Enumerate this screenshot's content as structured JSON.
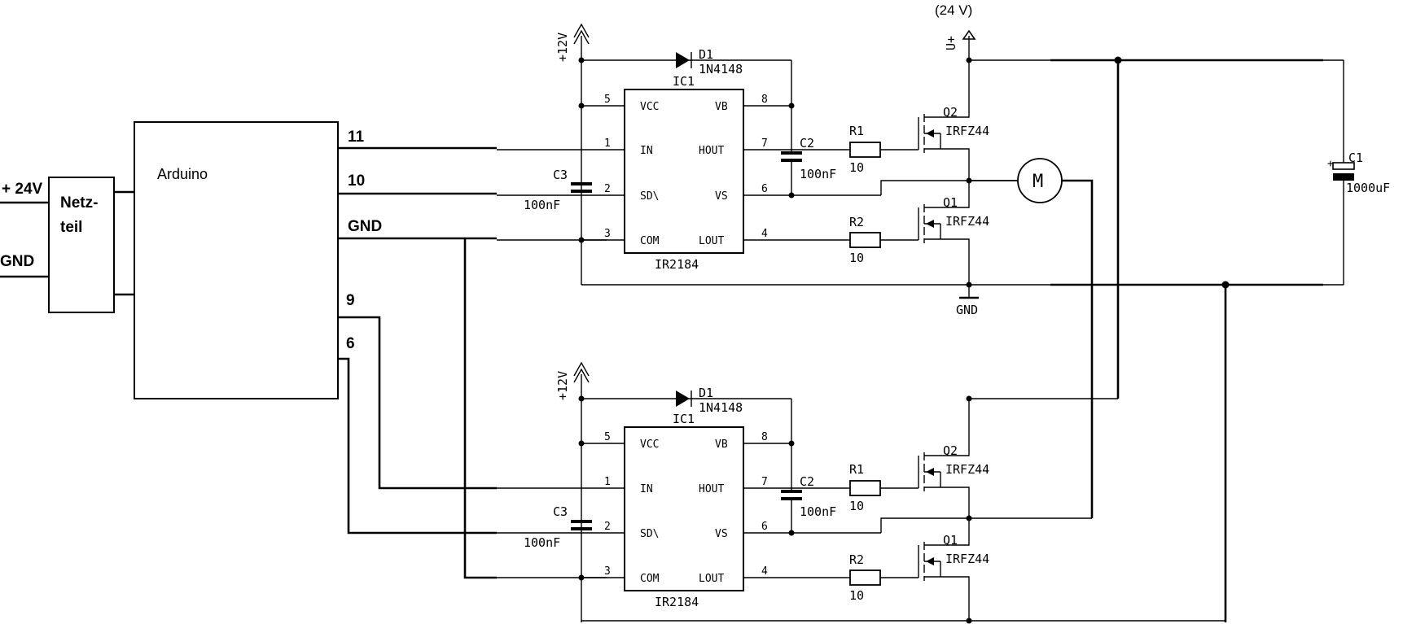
{
  "arduino": {
    "label": "Arduino",
    "pins": [
      "11",
      "10",
      "GND",
      "9",
      "6"
    ]
  },
  "psu": {
    "label_line1": "Netz-",
    "label_line2": "teil",
    "in_plus": "+ 24V",
    "in_gnd": "GND"
  },
  "supply": {
    "vplus_value": "(24 V)",
    "vplus_label": "U+",
    "gnd_label": "GND",
    "v12_label": "+12V"
  },
  "half_bridges": [
    {
      "ic": {
        "ref": "IC1",
        "part": "IR2184",
        "pins_left": [
          {
            "num": "5",
            "name": "VCC"
          },
          {
            "num": "1",
            "name": "IN"
          },
          {
            "num": "2",
            "name": "SD\\"
          },
          {
            "num": "3",
            "name": "COM"
          }
        ],
        "pins_right": [
          {
            "num": "8",
            "name": "VB"
          },
          {
            "num": "7",
            "name": "HOUT"
          },
          {
            "num": "6",
            "name": "VS"
          },
          {
            "num": "4",
            "name": "LOUT"
          }
        ]
      },
      "d1": {
        "ref": "D1",
        "part": "1N4148"
      },
      "c2": {
        "ref": "C2",
        "value": "100nF"
      },
      "c3": {
        "ref": "C3",
        "value": "100nF"
      },
      "r1": {
        "ref": "R1",
        "value": "10"
      },
      "r2": {
        "ref": "R2",
        "value": "10"
      },
      "q2": {
        "ref": "Q2",
        "part": "IRFZ44"
      },
      "q1": {
        "ref": "Q1",
        "part": "IRFZ44"
      }
    },
    {
      "ic": {
        "ref": "IC1",
        "part": "IR2184",
        "pins_left": [
          {
            "num": "5",
            "name": "VCC"
          },
          {
            "num": "1",
            "name": "IN"
          },
          {
            "num": "2",
            "name": "SD\\"
          },
          {
            "num": "3",
            "name": "COM"
          }
        ],
        "pins_right": [
          {
            "num": "8",
            "name": "VB"
          },
          {
            "num": "7",
            "name": "HOUT"
          },
          {
            "num": "6",
            "name": "VS"
          },
          {
            "num": "4",
            "name": "LOUT"
          }
        ]
      },
      "d1": {
        "ref": "D1",
        "part": "1N4148"
      },
      "c2": {
        "ref": "C2",
        "value": "100nF"
      },
      "c3": {
        "ref": "C3",
        "value": "100nF"
      },
      "r1": {
        "ref": "R1",
        "value": "10"
      },
      "r2": {
        "ref": "R2",
        "value": "10"
      },
      "q2": {
        "ref": "Q2",
        "part": "IRFZ44"
      },
      "q1": {
        "ref": "Q1",
        "part": "IRFZ44"
      }
    }
  ],
  "motor": {
    "label": "M"
  },
  "c1": {
    "ref": "C1",
    "value": "1000uF",
    "polarity": "+"
  }
}
